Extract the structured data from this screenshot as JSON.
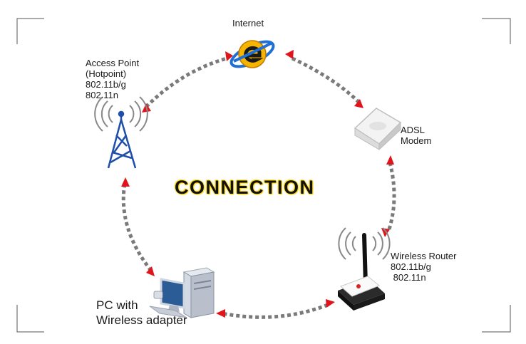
{
  "title": "CONNECTION",
  "nodes": {
    "internet": {
      "label": "Internet"
    },
    "access_point": {
      "lines": [
        "Access Point",
        "(Hotpoint)",
        "802.11b/g",
        "802.11n"
      ]
    },
    "modem": {
      "lines": [
        "ADSL",
        "Modem"
      ]
    },
    "router": {
      "lines": [
        "Wireless Router",
        "802.11b/g",
        " 802.11n"
      ]
    },
    "pc": {
      "lines": [
        "PC with",
        "Wireless adapter"
      ]
    }
  },
  "colors": {
    "link": "#7a7a7a",
    "arrow": "#e0141b",
    "title_glow": "#ffd400",
    "antenna": "#1f4fa8"
  },
  "icons": [
    "internet-icon",
    "access-point-tower-icon",
    "adsl-modem-icon",
    "wireless-router-icon",
    "pc-icon"
  ]
}
